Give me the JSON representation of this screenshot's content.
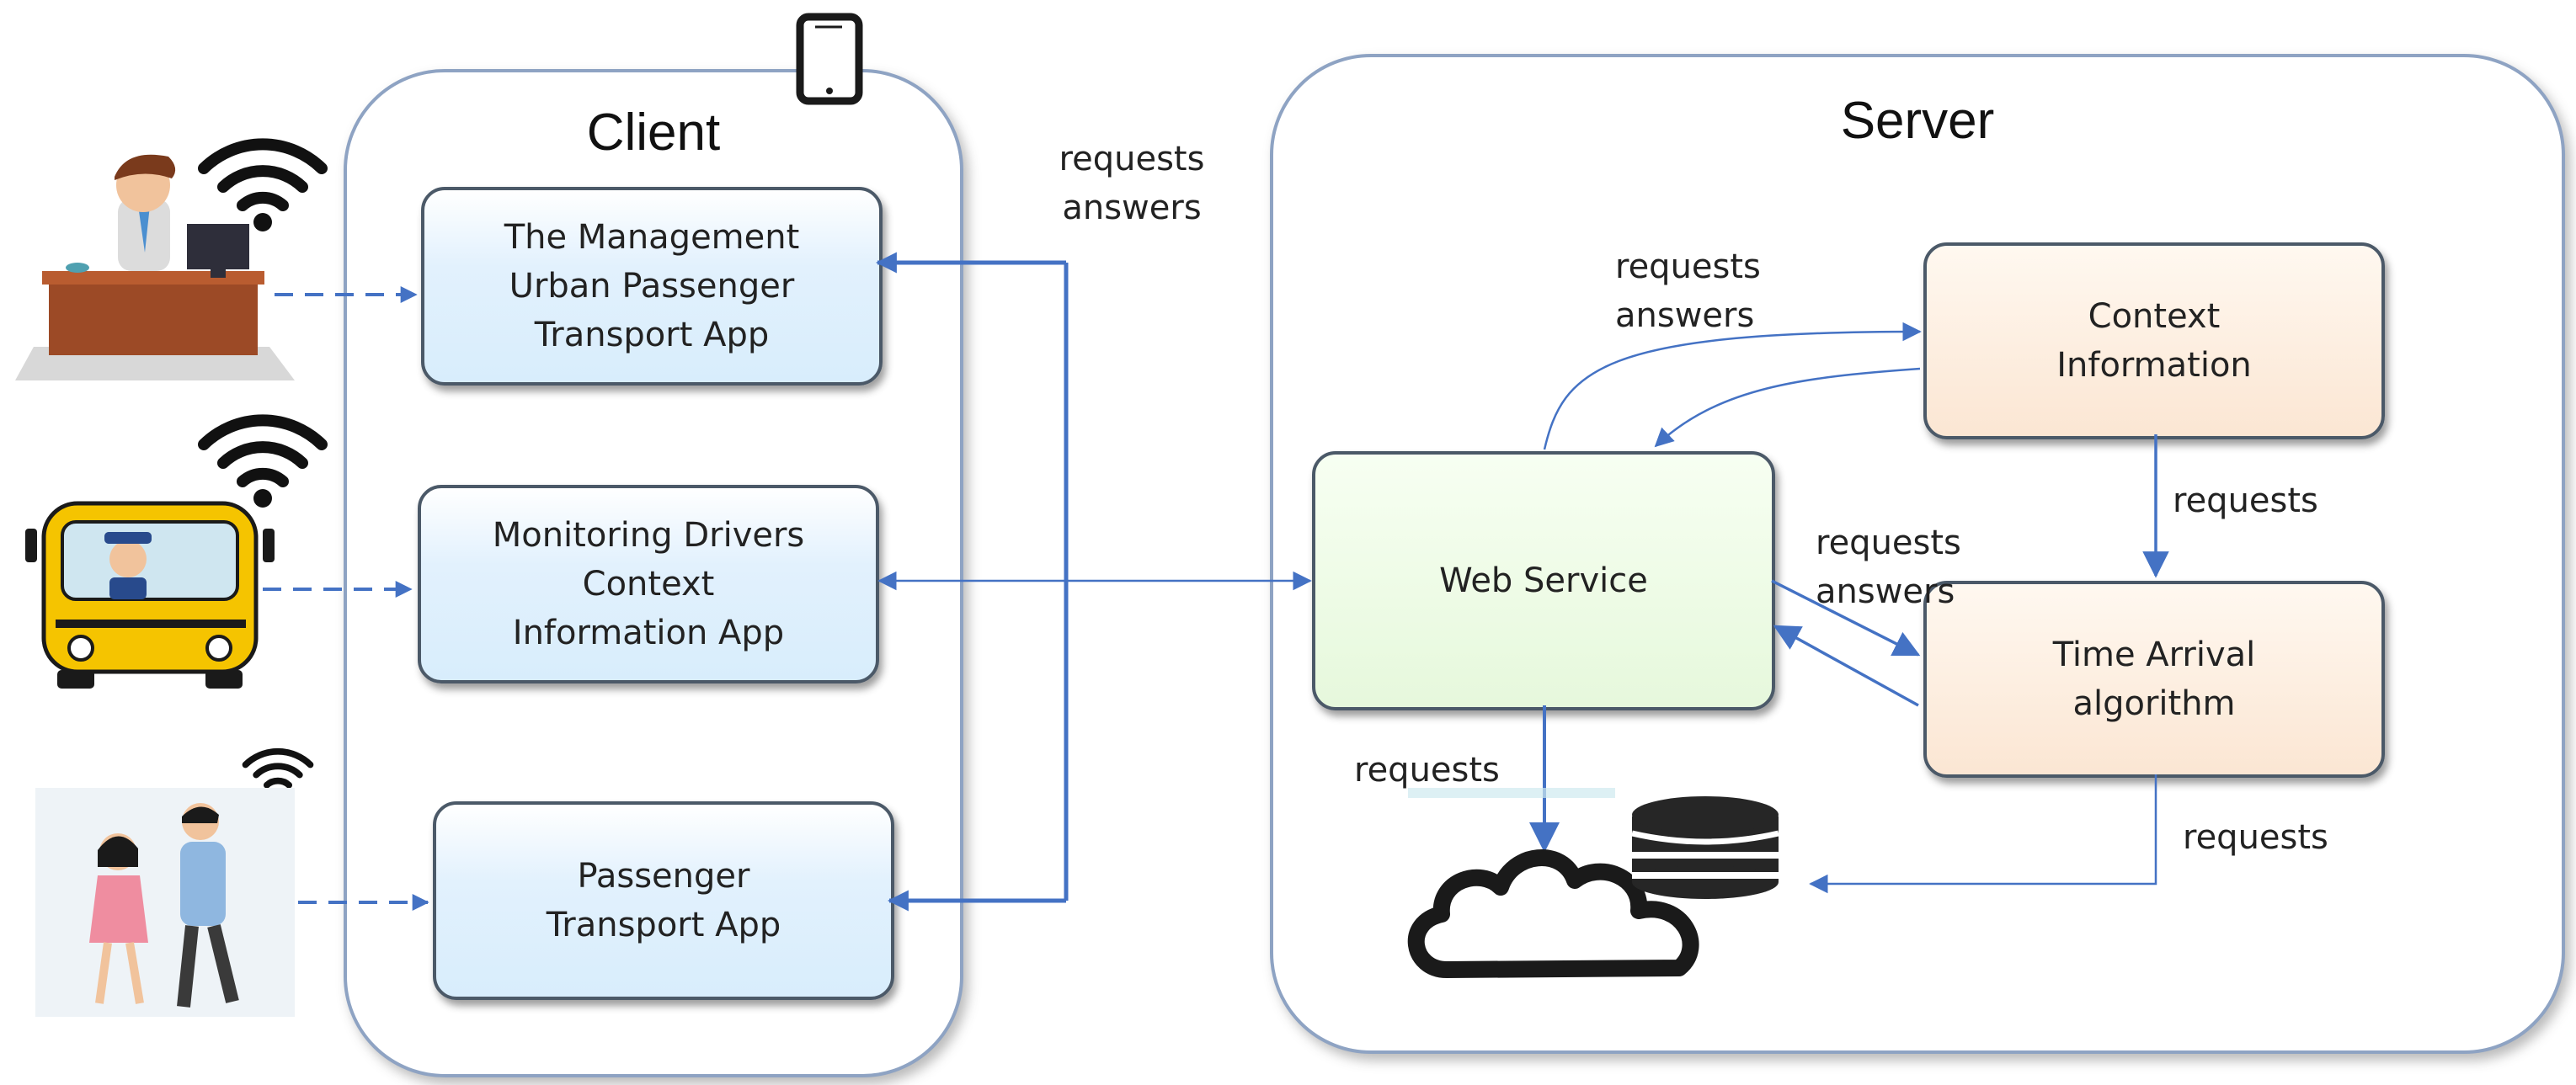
{
  "client": {
    "title": "Client",
    "apps": [
      {
        "label": "The Management\nUrban Passenger\nTransport App"
      },
      {
        "label": "Monitoring Drivers\nContext\nInformation App"
      },
      {
        "label": "Passenger\nTransport App"
      }
    ]
  },
  "server": {
    "title": "Server",
    "web_service": "Web Service",
    "context_info": "Context\nInformation",
    "time_arrival": "Time Arrival\nalgorithm"
  },
  "labels": {
    "client_server": "requests\nanswers",
    "ws_context": "requests\nanswers",
    "ws_time": "requests\nanswers",
    "context_time": "requests",
    "ws_cloud": "requests",
    "time_cloud": "requests"
  },
  "colors": {
    "connector": "#4472c4",
    "panel_border": "#8ea3c3"
  },
  "icons": {
    "actors": [
      "manager-at-desk-icon",
      "bus-driver-icon",
      "passengers-icon"
    ],
    "device": "smartphone-icon",
    "storage": [
      "cloud-icon",
      "database-icon"
    ]
  }
}
